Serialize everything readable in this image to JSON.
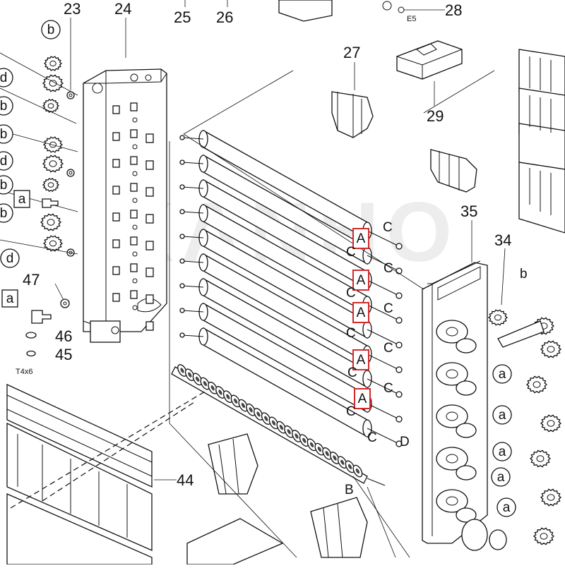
{
  "diagram": {
    "callouts": {
      "c23": "23",
      "c24": "24",
      "c25": "25",
      "c26": "26",
      "c27": "27",
      "c28": "28",
      "c29": "29",
      "c34": "34",
      "c35": "35",
      "c44": "44",
      "c45": "45",
      "c46": "46",
      "c47": "47"
    },
    "tags": {
      "e5": "E5",
      "t4x6": "T4x6"
    },
    "letters": {
      "a": "a",
      "b": "b",
      "d": "d",
      "A": "A",
      "B": "B",
      "C": "C",
      "D": "D"
    },
    "watermark": "KANHO"
  }
}
